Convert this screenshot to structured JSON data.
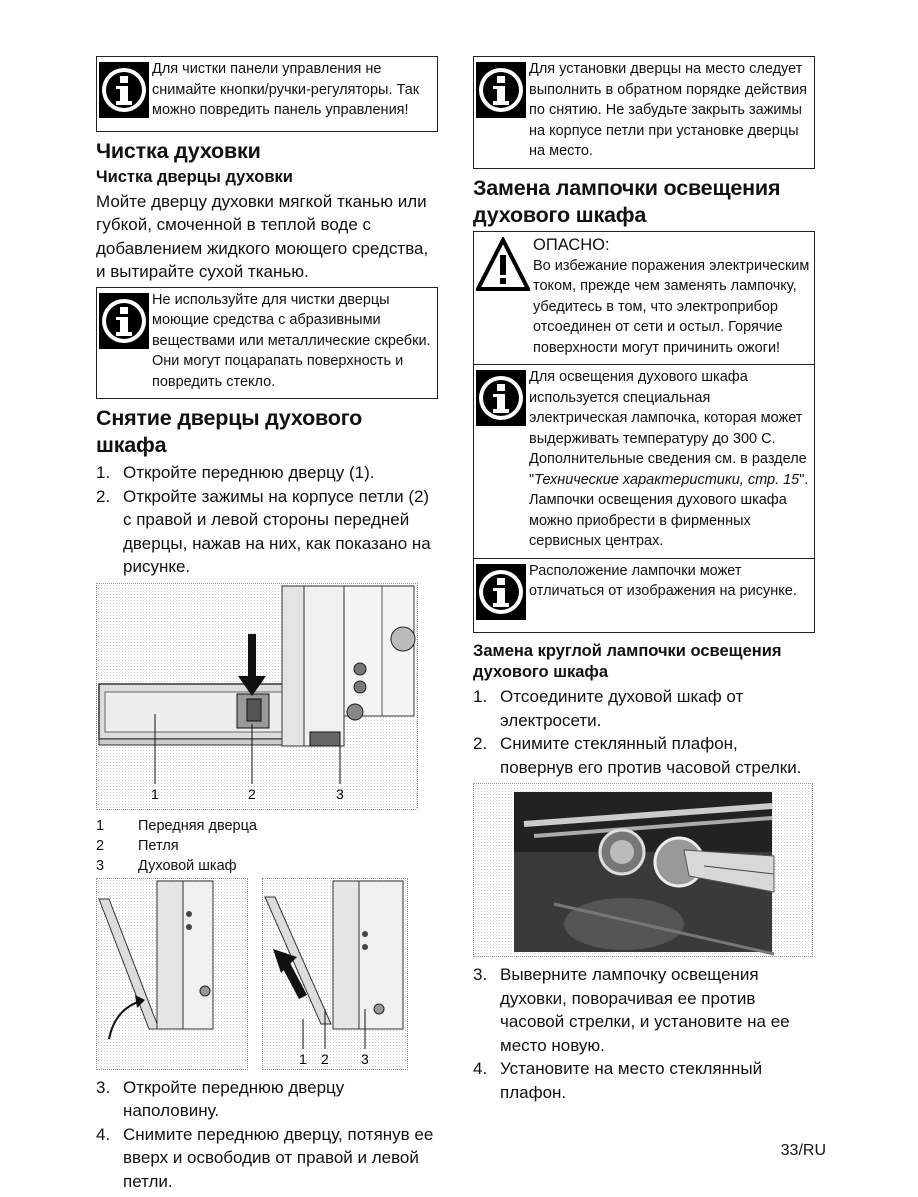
{
  "left": {
    "note1": "Для чистки панели управления не снимайте кнопки/ручки-регуляторы. Так можно повредить панель управления!",
    "h_cleaning": "Чистка духовки",
    "h_door_cleaning": "Чистка дверцы духовки",
    "p_door_cleaning": "Мойте дверцу духовки мягкой тканью или губкой, смоченной в теплой воде с добавлением жидкого моющего средства, и вытирайте сухой тканью.",
    "note2": "Не используйте для чистки дверцы моющие средства с абразивными веществами или металлические скребки. Они могут поцарапать поверхность и повредить стекло.",
    "h_removal": "Снятие дверцы духового шкафа",
    "steps1": [
      {
        "n": "1.",
        "text": "Откройте переднюю дверцу (1)."
      },
      {
        "n": "2.",
        "text": "Откройте зажимы на корпусе петли (2) с правой и левой стороны передней дверцы, нажав на них, как показано на рисунке."
      }
    ],
    "fig1_labels": [
      "1",
      "2",
      "3"
    ],
    "legend": [
      {
        "n": "1",
        "text": "Передняя дверца"
      },
      {
        "n": "2",
        "text": "Петля"
      },
      {
        "n": "3",
        "text": "Духовой шкаф"
      }
    ],
    "fig3_labels": [
      "1",
      "2",
      "3"
    ],
    "steps2": [
      {
        "n": "3.",
        "text": "Откройте переднюю дверцу наполовину."
      },
      {
        "n": "4.",
        "text": "Снимите переднюю дверцу, потянув ее вверх и освободив от правой и левой петли."
      }
    ]
  },
  "right": {
    "note1": "Для установки дверцы на место следует выполнить в обратном порядке действия по снятию. Не забудьте закрыть зажимы на корпусе петли при установке дверцы на место.",
    "h_lamp": "Замена лампочки освещения духового шкафа",
    "warn_title": "ОПАСНО:",
    "warn_text": "Во избежание поражения электрическим током, прежде чем заменять лампочку, убедитесь в том, что электроприбор отсоединен от сети и остыл. Горячие поверхности могут причинить ожоги!",
    "note2_a": "Для освещения духового шкафа используется специальная электрическая лампочка, которая может выдерживать температуру до 300 С. Дополнительные сведения см. в разделе \"",
    "note2_italic": "Технические характеристики, стр. 15",
    "note2_b": "\". Лампочки освещения духового шкафа можно приобрести в фирменных сервисных центрах.",
    "note3": "Расположение лампочки может отличаться от изображения на рисунке.",
    "h_round": "Замена круглой лампочки освещения духового шкафа",
    "steps1": [
      {
        "n": "1.",
        "text": "Отсоедините духовой шкаф от электросети."
      },
      {
        "n": "2.",
        "text": "Снимите стеклянный плафон, повернув его против часовой стрелки."
      }
    ],
    "steps2": [
      {
        "n": "3.",
        "text": "Выверните лампочку освещения духовки, поворачивая ее против часовой стрелки, и установите на ее место новую."
      },
      {
        "n": "4.",
        "text": "Установите на место стеклянный плафон."
      }
    ]
  },
  "page_number": "33/RU"
}
